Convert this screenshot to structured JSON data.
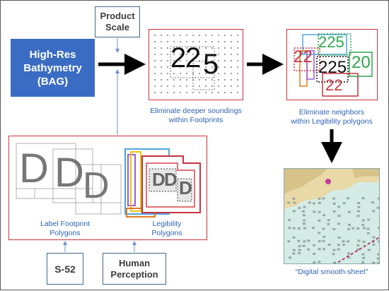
{
  "bag": {
    "line1": "High-Res",
    "line2": "Bathymetry",
    "line3": "(BAG)"
  },
  "product_scale": {
    "line1": "Product",
    "line2": "Scale"
  },
  "step1": {
    "caption_line1": "Eliminate deeper soundings",
    "caption_line2": "within Footprints",
    "digits": [
      "2",
      "2",
      "5"
    ]
  },
  "step2": {
    "caption_line1": "Eliminate neighbors",
    "caption_line2": "within Legibility polygons",
    "digits_top": "225",
    "digits_mid": "225",
    "digits_left": "22",
    "digits_right": "20",
    "digits_bottom": "22"
  },
  "footprint": {
    "caption_line1": "Label Footprint",
    "caption_line2": "Polygons",
    "letters": [
      "D",
      "D",
      "D"
    ]
  },
  "legibility": {
    "caption_line1": "Legibility",
    "caption_line2": "Polygons",
    "letters": [
      "D",
      "D",
      "D"
    ]
  },
  "s52": {
    "label": "S-52"
  },
  "human": {
    "line1": "Human",
    "line2": "Perception"
  },
  "output": {
    "caption": "“Digital smooth-sheet”"
  },
  "colors": {
    "blue_box": "#3b6cc4",
    "red_frame": "#c7333e",
    "caption_blue": "#2e62b3",
    "arrow_blue": "#6f8fd1"
  }
}
